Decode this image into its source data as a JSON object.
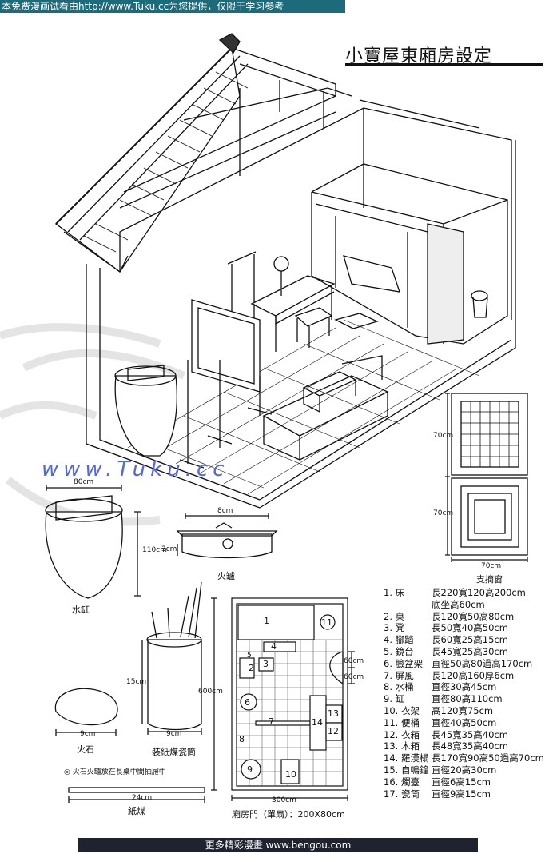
{
  "header": {
    "banner": "本免费漫画试看由http://www.Tuku.cc为您提供，仅限于学习参考",
    "title": "小寶屋東廂房設定"
  },
  "watermark": "www.Tuku.cc",
  "items": {
    "water_jar": {
      "label": "水缸",
      "width": "80cm",
      "height": "110cm"
    },
    "brazier": {
      "label": "火罏",
      "width": "8cm",
      "height": "3cm"
    },
    "window": {
      "label": "支摘窗",
      "h1": "70cm",
      "h2": "70cm",
      "width": "70cm"
    },
    "flint": {
      "label": "火石",
      "width": "9cm"
    },
    "holder": {
      "label": "裝紙煤瓷筒",
      "height": "15cm",
      "width": "9cm"
    },
    "note": "◎ 火石火罏放在長桌中間抽屜中",
    "paper_coal": {
      "label": "紙煤",
      "length": "24cm"
    }
  },
  "floorplan": {
    "height": "600cm",
    "width": "300cm",
    "door_note": "廂房門（單扇）：200X80cm",
    "dim_a": "60cm",
    "dim_b": "60cm",
    "numbers": [
      "1",
      "2",
      "3",
      "4",
      "5",
      "6",
      "7",
      "8",
      "9",
      "10",
      "11",
      "12",
      "13",
      "14"
    ]
  },
  "legend": [
    {
      "num": "1. 床",
      "spec": "長220寬120高200cm"
    },
    {
      "num": "",
      "spec": "底坐高60cm"
    },
    {
      "num": "2. 桌",
      "spec": "長120寬50高80cm"
    },
    {
      "num": "3. 凳",
      "spec": "長50寬40高50cm"
    },
    {
      "num": "4. 腳踏",
      "spec": "長60寬25高15cm"
    },
    {
      "num": "5. 鏡台",
      "spec": "長45寬25高30cm"
    },
    {
      "num": "6. 臉盆架",
      "spec": "直徑50高80過高170cm"
    },
    {
      "num": "7. 屏風",
      "spec": "長120高160厚6cm"
    },
    {
      "num": "8. 水桶",
      "spec": "直徑30高45cm"
    },
    {
      "num": "9. 缸",
      "spec": "直徑80高110cm"
    },
    {
      "num": "10. 衣架",
      "spec": "高120寬75cm"
    },
    {
      "num": "11. 便桶",
      "spec": "直徑40高50cm"
    },
    {
      "num": "12. 衣箱",
      "spec": "長45寬35高40cm"
    },
    {
      "num": "13. 木箱",
      "spec": "長48寬35高40cm"
    },
    {
      "num": "14. 羅漢榻",
      "spec": "長170寬90高50過高70cm"
    },
    {
      "num": "15. 自鳴鐘",
      "spec": "直徑20高30cm"
    },
    {
      "num": "16. 燭臺",
      "spec": "直徑6高15cm"
    },
    {
      "num": "17. 瓷筒",
      "spec": "直徑9高15cm"
    }
  ],
  "footer": "更多精彩漫畫 www.bengou.com"
}
